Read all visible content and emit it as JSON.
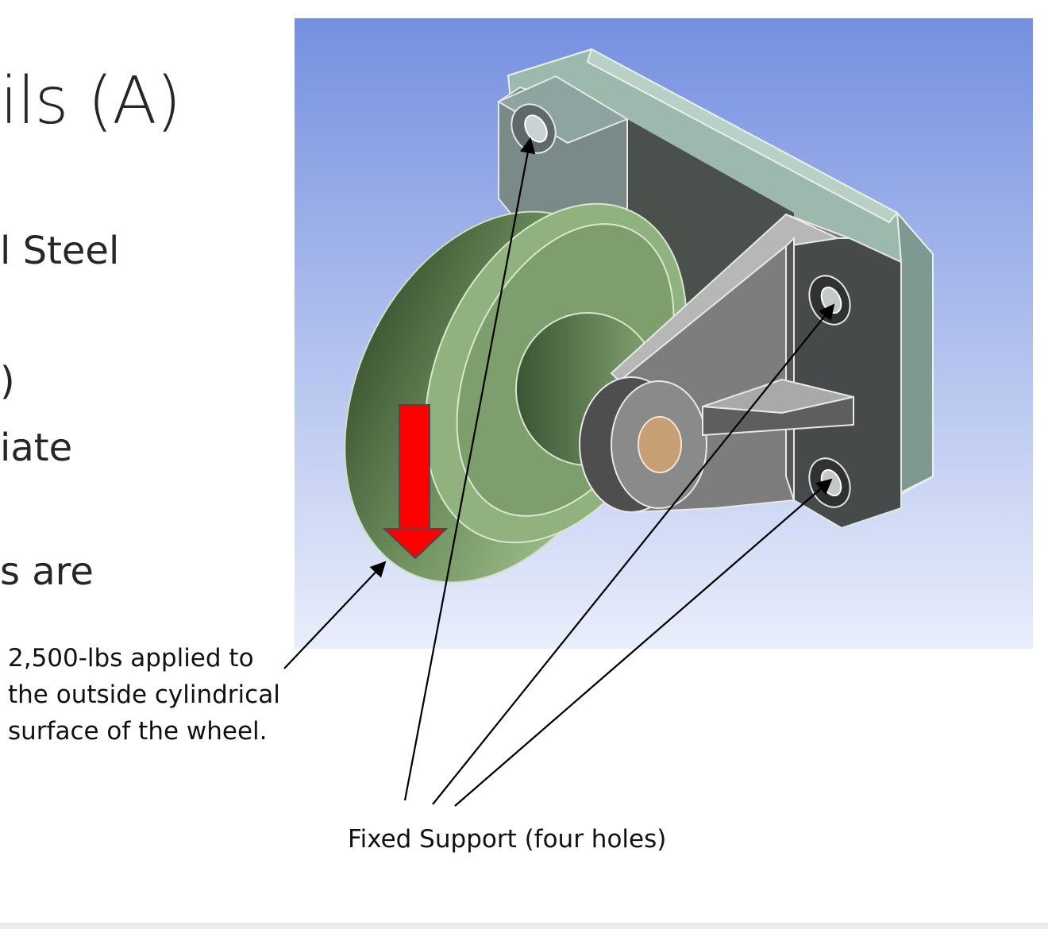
{
  "slide": {
    "title_fragment": "ils (A)",
    "bullets": [
      "l Steel",
      ")",
      "iate",
      "s are"
    ]
  },
  "figure": {
    "background_gradient": [
      "#7590e0",
      "#e9eefb"
    ],
    "wheel_color": "#8aa877",
    "bracket_color": "#8c8c8c",
    "base_plate_color": "#9db8ad",
    "pin_color": "#c89e74",
    "force_arrow_color": "#ff0000",
    "force_label": {
      "lines": [
        "2,500-lbs applied to",
        "the outside cylindrical",
        "surface of the wheel."
      ]
    },
    "support_label": "Fixed Support (four holes)"
  }
}
